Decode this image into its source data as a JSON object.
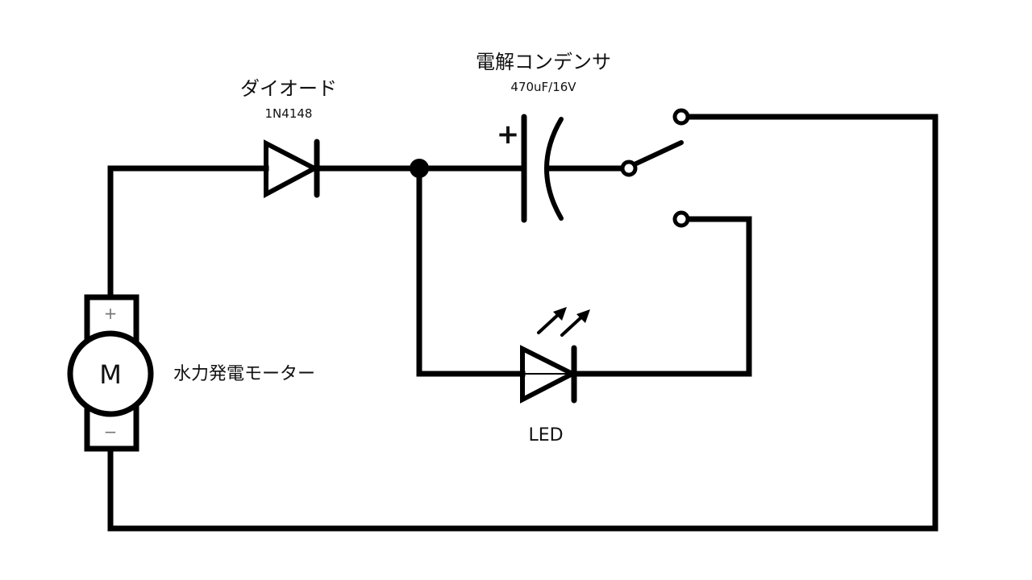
{
  "diagram": {
    "components": {
      "diode": {
        "name": "ダイオード",
        "part": "1N4148"
      },
      "capacitor": {
        "name": "電解コンデンサ",
        "rating": "470uF/16V",
        "polarity": "+"
      },
      "motor": {
        "name": "水力発電モーター",
        "symbol": "M",
        "plus": "+",
        "minus": "−"
      },
      "led": {
        "name": "LED"
      },
      "switch": {
        "type": "SPDT"
      }
    },
    "colors": {
      "wire": "#000000",
      "background": "#ffffff",
      "text": "#111111",
      "terminal_text": "#777777"
    }
  }
}
